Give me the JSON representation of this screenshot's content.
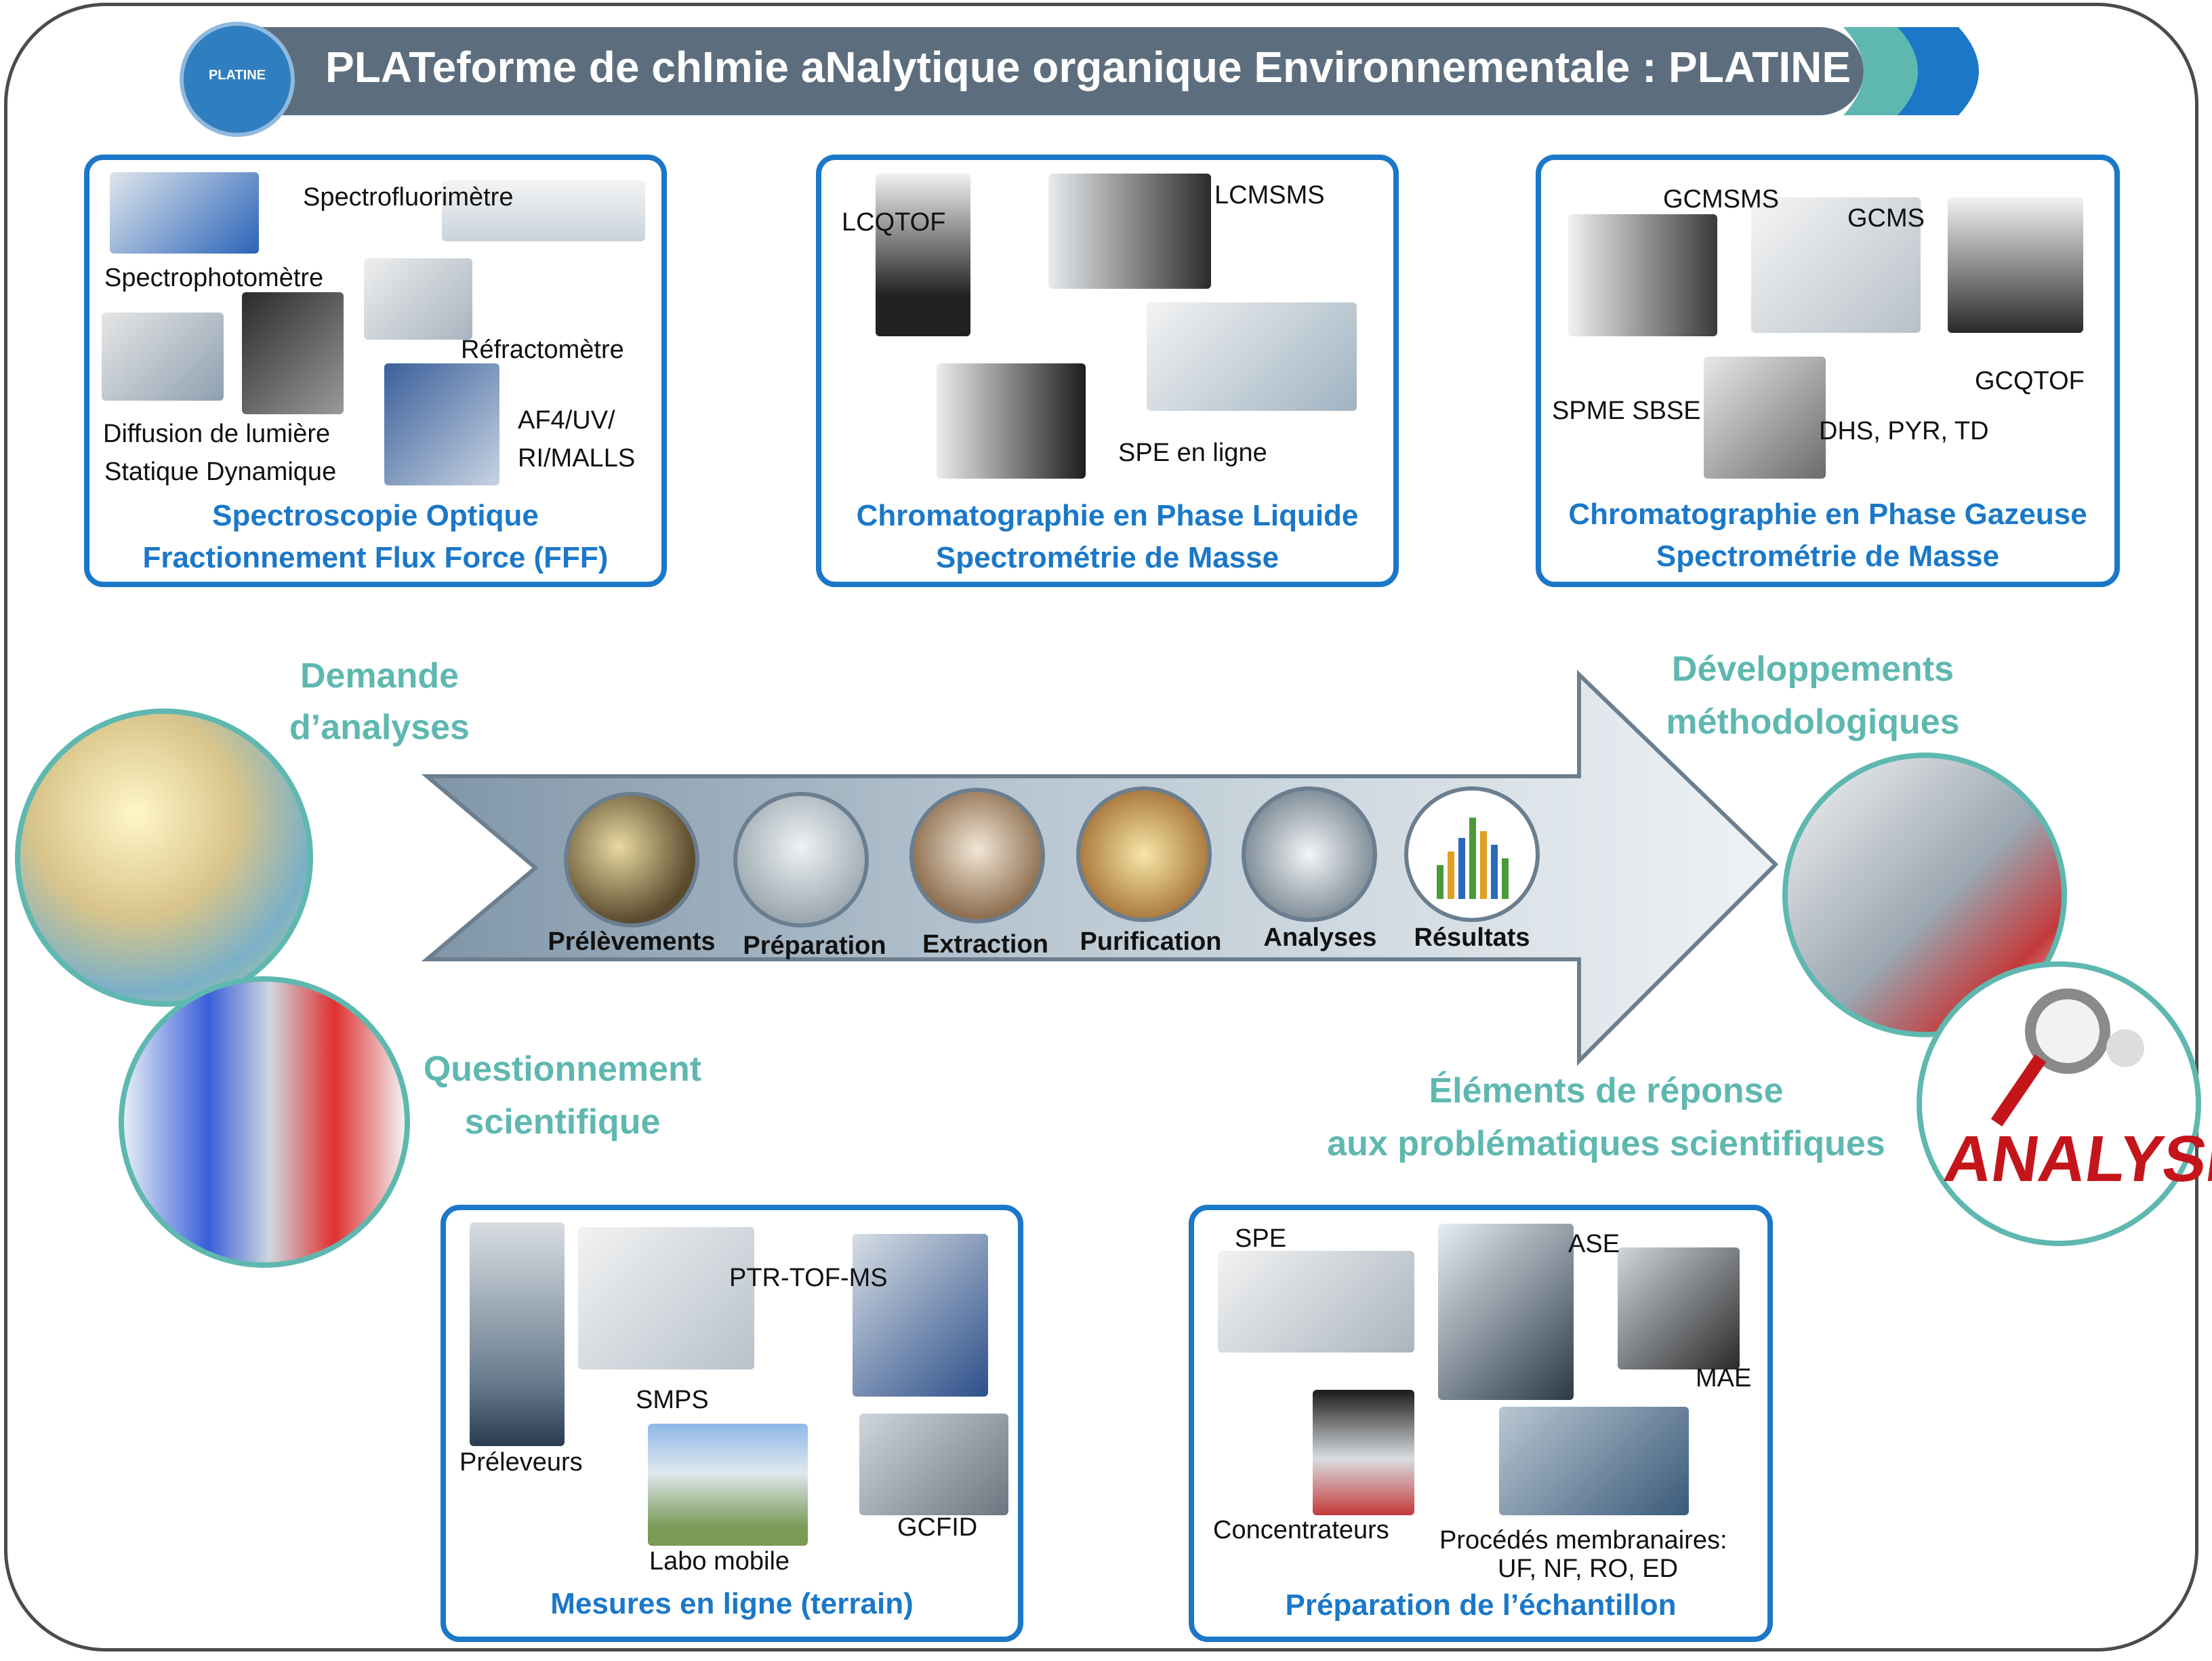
{
  "header": {
    "title": "PLATeforme de chImie aNalytique organique Environnementale : PLATINE",
    "logo_text": "PLATINE"
  },
  "colors": {
    "panel_border": "#1b78c8",
    "teal": "#5fb8b0",
    "title_bar": "#5c6e7e",
    "chevron_light": "#5fb8b0",
    "chevron_dark": "#1b78c8"
  },
  "panels": {
    "optique": {
      "labels": [
        "Spectrofluorimètre",
        "Spectrophotomètre",
        "Réfractomètre",
        "Diffusion de lumière",
        "Statique Dynamique",
        "AF4/UV/",
        "RI/MALLS"
      ],
      "title_line1": "Spectroscopie Optique",
      "title_line2": "Fractionnement Flux Force (FFF)"
    },
    "liquide": {
      "labels": [
        "LCQTOF",
        "LCMSMS",
        "SPE en ligne"
      ],
      "title_line1": "Chromatographie en Phase Liquide",
      "title_line2": "Spectrométrie de Masse"
    },
    "gazeuse": {
      "labels": [
        "GCMSMS",
        "GCMS",
        "GCQTOF",
        "SPME SBSE",
        "DHS, PYR, TD"
      ],
      "title_line1": "Chromatographie en Phase Gazeuse",
      "title_line2": "Spectrométrie de Masse"
    },
    "terrain": {
      "labels": [
        "PTR-TOF-MS",
        "SMPS",
        "Préleveurs",
        "GCFID",
        "Labo mobile"
      ],
      "title": "Mesures en ligne (terrain)"
    },
    "echantillon": {
      "labels": [
        "SPE",
        "ASE",
        "MAE",
        "Concentrateurs",
        "Procédés membranaires:",
        "UF, NF, RO, ED"
      ],
      "title": "Préparation de l’échantillon"
    }
  },
  "flow": {
    "demande_line1": "Demande",
    "demande_line2": "d’analyses",
    "question_line1": "Questionnement",
    "question_line2": "scientifique",
    "dev_line1": "Développements",
    "dev_line2": "méthodologiques",
    "elements_line1": "Éléments de réponse",
    "elements_line2": "aux problématiques scientifiques",
    "steps": [
      "Prélèvements",
      "Préparation",
      "Extraction",
      "Purification",
      "Analyses",
      "Résultats"
    ],
    "analyse_word": "ANALYSE"
  }
}
